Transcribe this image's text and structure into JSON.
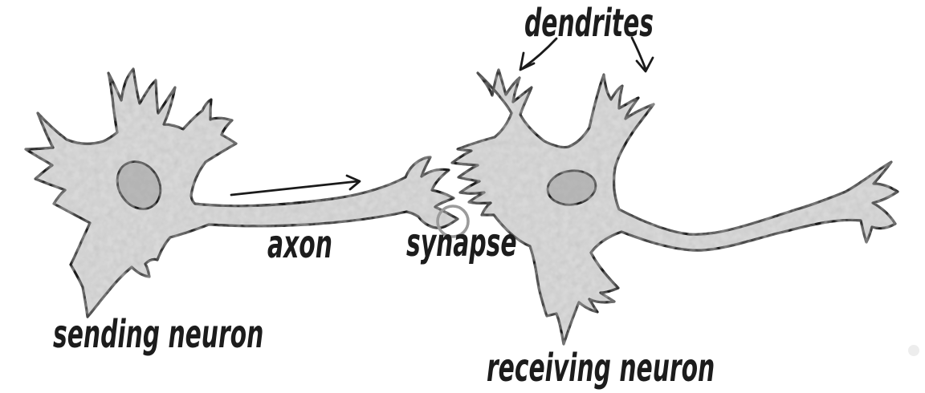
{
  "figure": {
    "type": "hand-drawn diagram of two neurons connected by a synapse"
  },
  "labels": {
    "dendrites": "dendrites",
    "axon": "axon",
    "synapse": "synapse",
    "sending_neuron": "sending neuron",
    "receiving_neuron": "receiving neuron"
  },
  "colors": {
    "ink": "#1a1a1a",
    "cell_fill": "#d8d8d8",
    "nucleus_fill": "#b4b4b4",
    "synapse_ring": "#9b9b9b",
    "background": "#ffffff"
  },
  "annotations": {
    "axon_arrow": "arrow above axon pointing right toward synapse",
    "dendrites_arrow_left": "curved arrow from dendrites label to left dendrite cluster",
    "dendrites_arrow_right": "curved arrow from dendrites label to right dendrite cluster"
  }
}
